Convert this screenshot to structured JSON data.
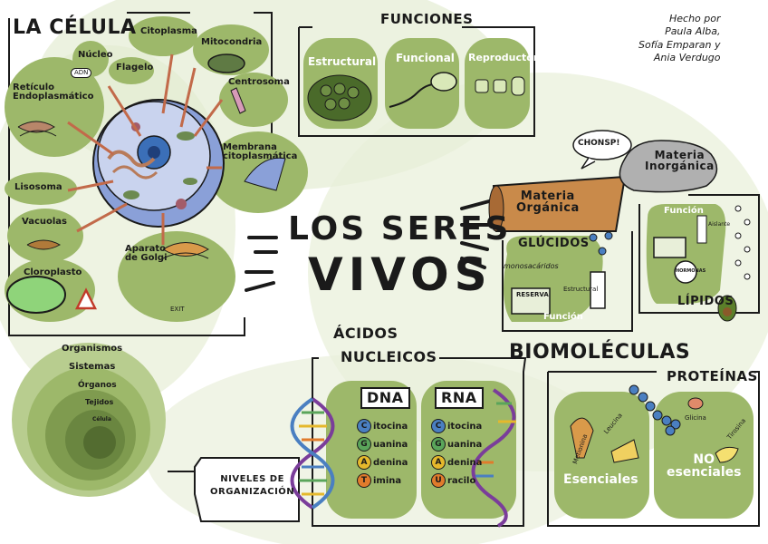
{
  "credits": "Hecho por\nPaula Alba,\nSofía Emparan y\nAnia Verdugo",
  "main_title": {
    "line1": "LOS SERES",
    "line2": "VIVOS"
  },
  "cell": {
    "title": "LA CÉLULA",
    "labels": {
      "nucleo": "Núcleo",
      "adn": "ADN",
      "citoplasma": "Citoplasma",
      "mitocondria": "Mitocondria",
      "flagelo": "Flagelo",
      "reticulo": "Retículo\nEndoplasmático",
      "centrosoma": "Centrosoma",
      "membrana": "Membrana\ncitoplasmática",
      "lisosoma": "Lisosoma",
      "vacuolas": "Vacuolas",
      "aparato": "Aparato\nde Golgi",
      "exit": "EXIT",
      "cloroplasto": "Cloroplasto"
    }
  },
  "functions": {
    "title": "FUNCIONES",
    "items": [
      "Estructural",
      "Funcional",
      "Reproductora"
    ]
  },
  "levels": {
    "rings": [
      "Organismos",
      "Sistemas",
      "Órganos",
      "Tejidos",
      "Célula"
    ],
    "label": "NIVELES DE\nORGANIZACIÓN"
  },
  "nucleic": {
    "title_line1": "ÁCIDOS",
    "title_line2": "NUCLEICOS",
    "dna": {
      "title": "DNA",
      "bases": [
        {
          "letter": "C",
          "rest": "itocina",
          "color": "#4a7fc1"
        },
        {
          "letter": "G",
          "rest": "uanina",
          "color": "#5aa55a"
        },
        {
          "letter": "A",
          "rest": "denina",
          "color": "#e5b82c"
        },
        {
          "letter": "T",
          "rest": "imina",
          "color": "#e07b2c"
        }
      ]
    },
    "rna": {
      "title": "RNA",
      "bases": [
        {
          "letter": "C",
          "rest": "itocina",
          "color": "#4a7fc1"
        },
        {
          "letter": "G",
          "rest": "uanina",
          "color": "#5aa55a"
        },
        {
          "letter": "A",
          "rest": "denina",
          "color": "#e5b82c"
        },
        {
          "letter": "U",
          "rest": "racilo",
          "color": "#e07b2c"
        }
      ]
    }
  },
  "biomolecules": {
    "title": "BIOMOLÉCULAS"
  },
  "organic": {
    "bubble": "CHONSP!",
    "log_text": "Materia\nOrgánica",
    "rock_text": "Materia\nInorgánica"
  },
  "glucidos": {
    "title": "GLÚCIDOS",
    "sub": "monosacáridos",
    "reserva": "RESERVA",
    "estructural": "Estructural",
    "funcion": "Función"
  },
  "lipidos": {
    "title": "LÍPIDOS",
    "funcion": "Función",
    "aislante": "Aislante",
    "hormonas": "HORMONAS"
  },
  "proteinas": {
    "title": "PROTEÍNAS",
    "esenciales": "Esenciales",
    "no_esenciales": "NO\nesenciales",
    "aa": {
      "leucina": "Leucina",
      "metionina": "Metionina",
      "glicina": "Glicina",
      "tirosina": "Tirosina"
    }
  },
  "colors": {
    "green": "#9db86a",
    "light_green": "#c5d69a",
    "dark": "#1a1a1a"
  }
}
